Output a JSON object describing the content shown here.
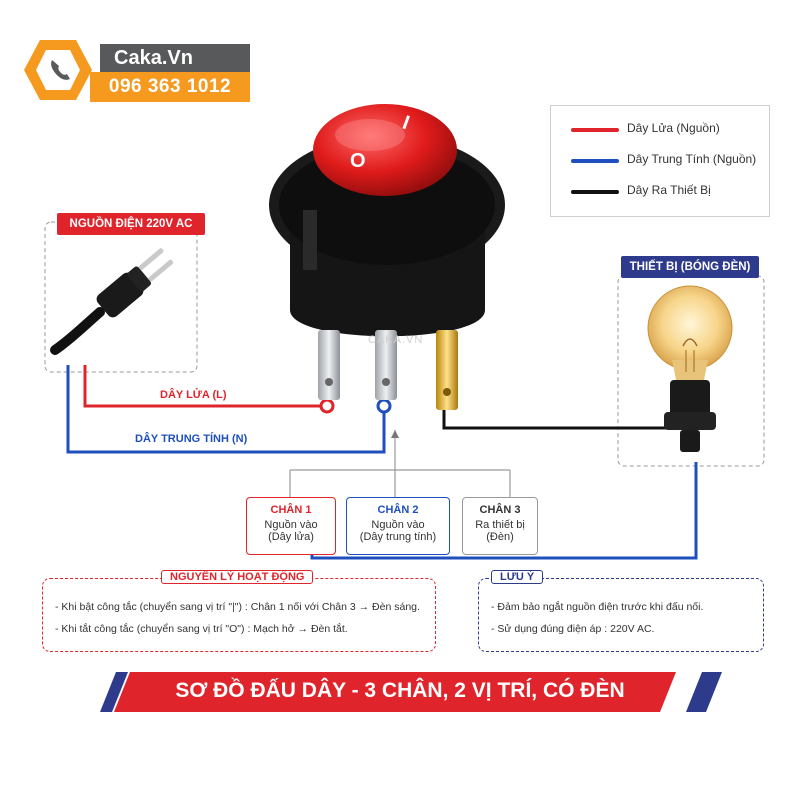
{
  "brand": {
    "name": "Caka.Vn",
    "phone": "096 363 1012",
    "watermark": "CAKA.VN"
  },
  "legend": [
    {
      "label": "Dây Lửa (Nguồn)",
      "color": "#e0242b"
    },
    {
      "label": "Dây Trung Tính (Nguồn)",
      "color": "#1f4fbf"
    },
    {
      "label": "Dây Ra Thiết Bị",
      "color": "#111111"
    }
  ],
  "source_label": "NGUỒN ĐIỆN 220V AC",
  "device_label": "THIẾT BỊ (BÓNG ĐÈN)",
  "wires": {
    "live": "DÂY LỬA (L)",
    "neutral": "DÂY TRUNG TÍNH (N)"
  },
  "switch_marks": {
    "on": "I",
    "off": "O"
  },
  "pins": [
    {
      "title": "CHÂN 1",
      "line1": "Nguồn vào",
      "line2": "(Dây lửa)",
      "color": "#e0242b"
    },
    {
      "title": "CHÂN 2",
      "line1": "Nguồn vào",
      "line2": "(Dây trung tính)",
      "color": "#1f4fbf"
    },
    {
      "title": "CHÂN 3",
      "line1": "Ra thiết bị",
      "line2": "(Đèn)",
      "color": "#333333"
    }
  ],
  "principle": {
    "title": "NGUYÊN LÝ HOẠT ĐỘNG",
    "items": [
      "- Khi bật công tắc (chuyển sang vị trí \"|\") : Chân 1 nối với Chân 3 → Đèn sáng.",
      "- Khi tắt công tắc (chuyển sang vị trí \"O\") : Mạch hở → Đèn tắt."
    ]
  },
  "note": {
    "title": "LƯU Ý",
    "items": [
      "- Đảm bảo ngắt nguồn điện trước khi đấu nối.",
      "- Sử dụng đúng điện áp : 220V AC."
    ]
  },
  "banner": "SƠ ĐỒ ĐẤU DÂY - 3 CHÂN, 2 VỊ TRÍ, CÓ ĐÈN",
  "colors": {
    "live": "#e0242b",
    "neutral": "#1f4fbf",
    "output": "#111111",
    "accent_orange": "#f59a1f",
    "accent_navy": "#2e3a8c"
  }
}
